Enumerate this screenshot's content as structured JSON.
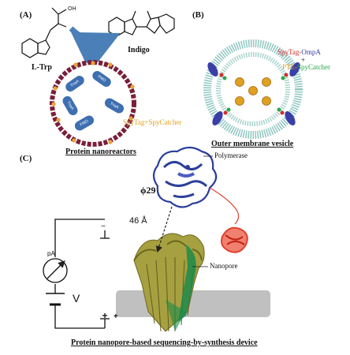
{
  "panels": {
    "a": {
      "tag": "(A)",
      "substrate": "L-Trp",
      "product": "Indigo",
      "oh": "OH",
      "enzymes": [
        "TnaA",
        "FMO",
        "TnaA",
        "FMO",
        "TnaA"
      ],
      "ligation": "SpyTag+SpyCatcher",
      "caption": "Protein nanoreactors"
    },
    "b": {
      "tag": "(B)",
      "line1_red": "SpyTag-",
      "line1_blue": "OmpA",
      "plus": "+",
      "line2_orange": "PTE-",
      "line2_green": "SpyCatcher",
      "caption": "Outer membrane vesicle"
    },
    "c": {
      "tag": "(C)",
      "phi": "ϕ29",
      "polymerase": "Polymerase",
      "distance": "46 Å",
      "nanopore": "Nanopore",
      "current": "pA",
      "voltage": "V",
      "minus": "−",
      "plus": "+",
      "caption": "Protein nanopore-based sequencing-by-synthesis device"
    }
  },
  "colors": {
    "reactor_shell": "#7a1f3a",
    "enzyme": "#3e6fb0",
    "linker": "#e8a33a",
    "vesicle": "#8fc6c0",
    "membrane_protein": "#3a3fa8",
    "pte": "#e0a020",
    "pore": "#8a8a2a",
    "pore_green": "#1d8a4a",
    "polymerase": "#2b3f9a",
    "dna_red": "#e04030",
    "membrane_bar": "#c0c0c0"
  }
}
